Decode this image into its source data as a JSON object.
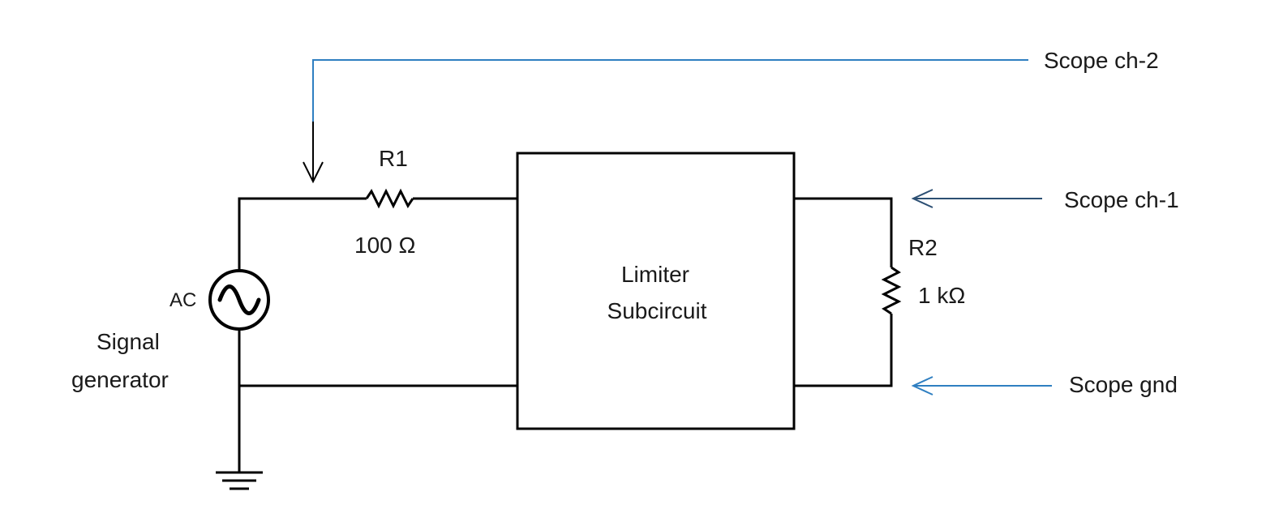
{
  "colors": {
    "wire": "#000000",
    "probe_ch2": "#2f7fc1",
    "probe_ch1": "#2c4f73",
    "probe_gnd": "#2f7fc1",
    "text": "#1a1a1a"
  },
  "labels": {
    "r1_name": "R1",
    "r1_value": "100 Ω",
    "r2_name": "R2",
    "r2_value": "1 kΩ",
    "source_type": "AC",
    "source_name_line1": "Signal",
    "source_name_line2": "generator",
    "block_line1": "Limiter",
    "block_line2": "Subcircuit",
    "scope_ch2": "Scope ch-2",
    "scope_ch1": "Scope ch-1",
    "scope_gnd": "Scope gnd"
  },
  "icons": {
    "source": "ac-source-icon",
    "ground": "ground-icon",
    "resistor": "resistor-icon"
  }
}
